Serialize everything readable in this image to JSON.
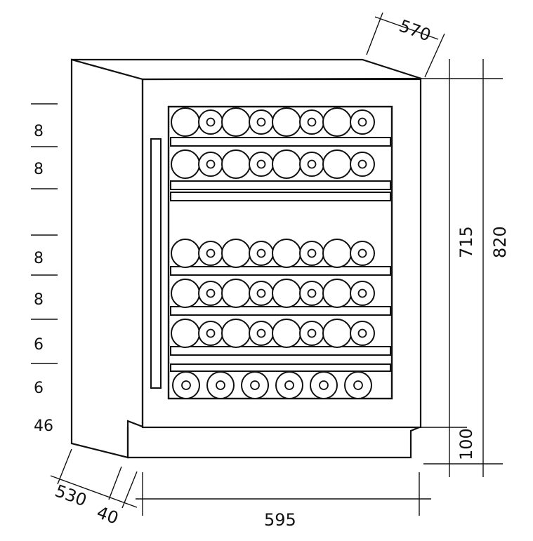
{
  "diagram": {
    "stroke_color": "#111111",
    "fill_color": "#ffffff",
    "dimensions": {
      "depth_total": "570",
      "height_total": "820",
      "height_body": "715",
      "plinth_height": "100",
      "width": "595",
      "depth_body": "530",
      "door_depth": "40"
    },
    "shelf_capacities": [
      "8",
      "8",
      "8",
      "8",
      "6",
      "6",
      "46"
    ]
  }
}
